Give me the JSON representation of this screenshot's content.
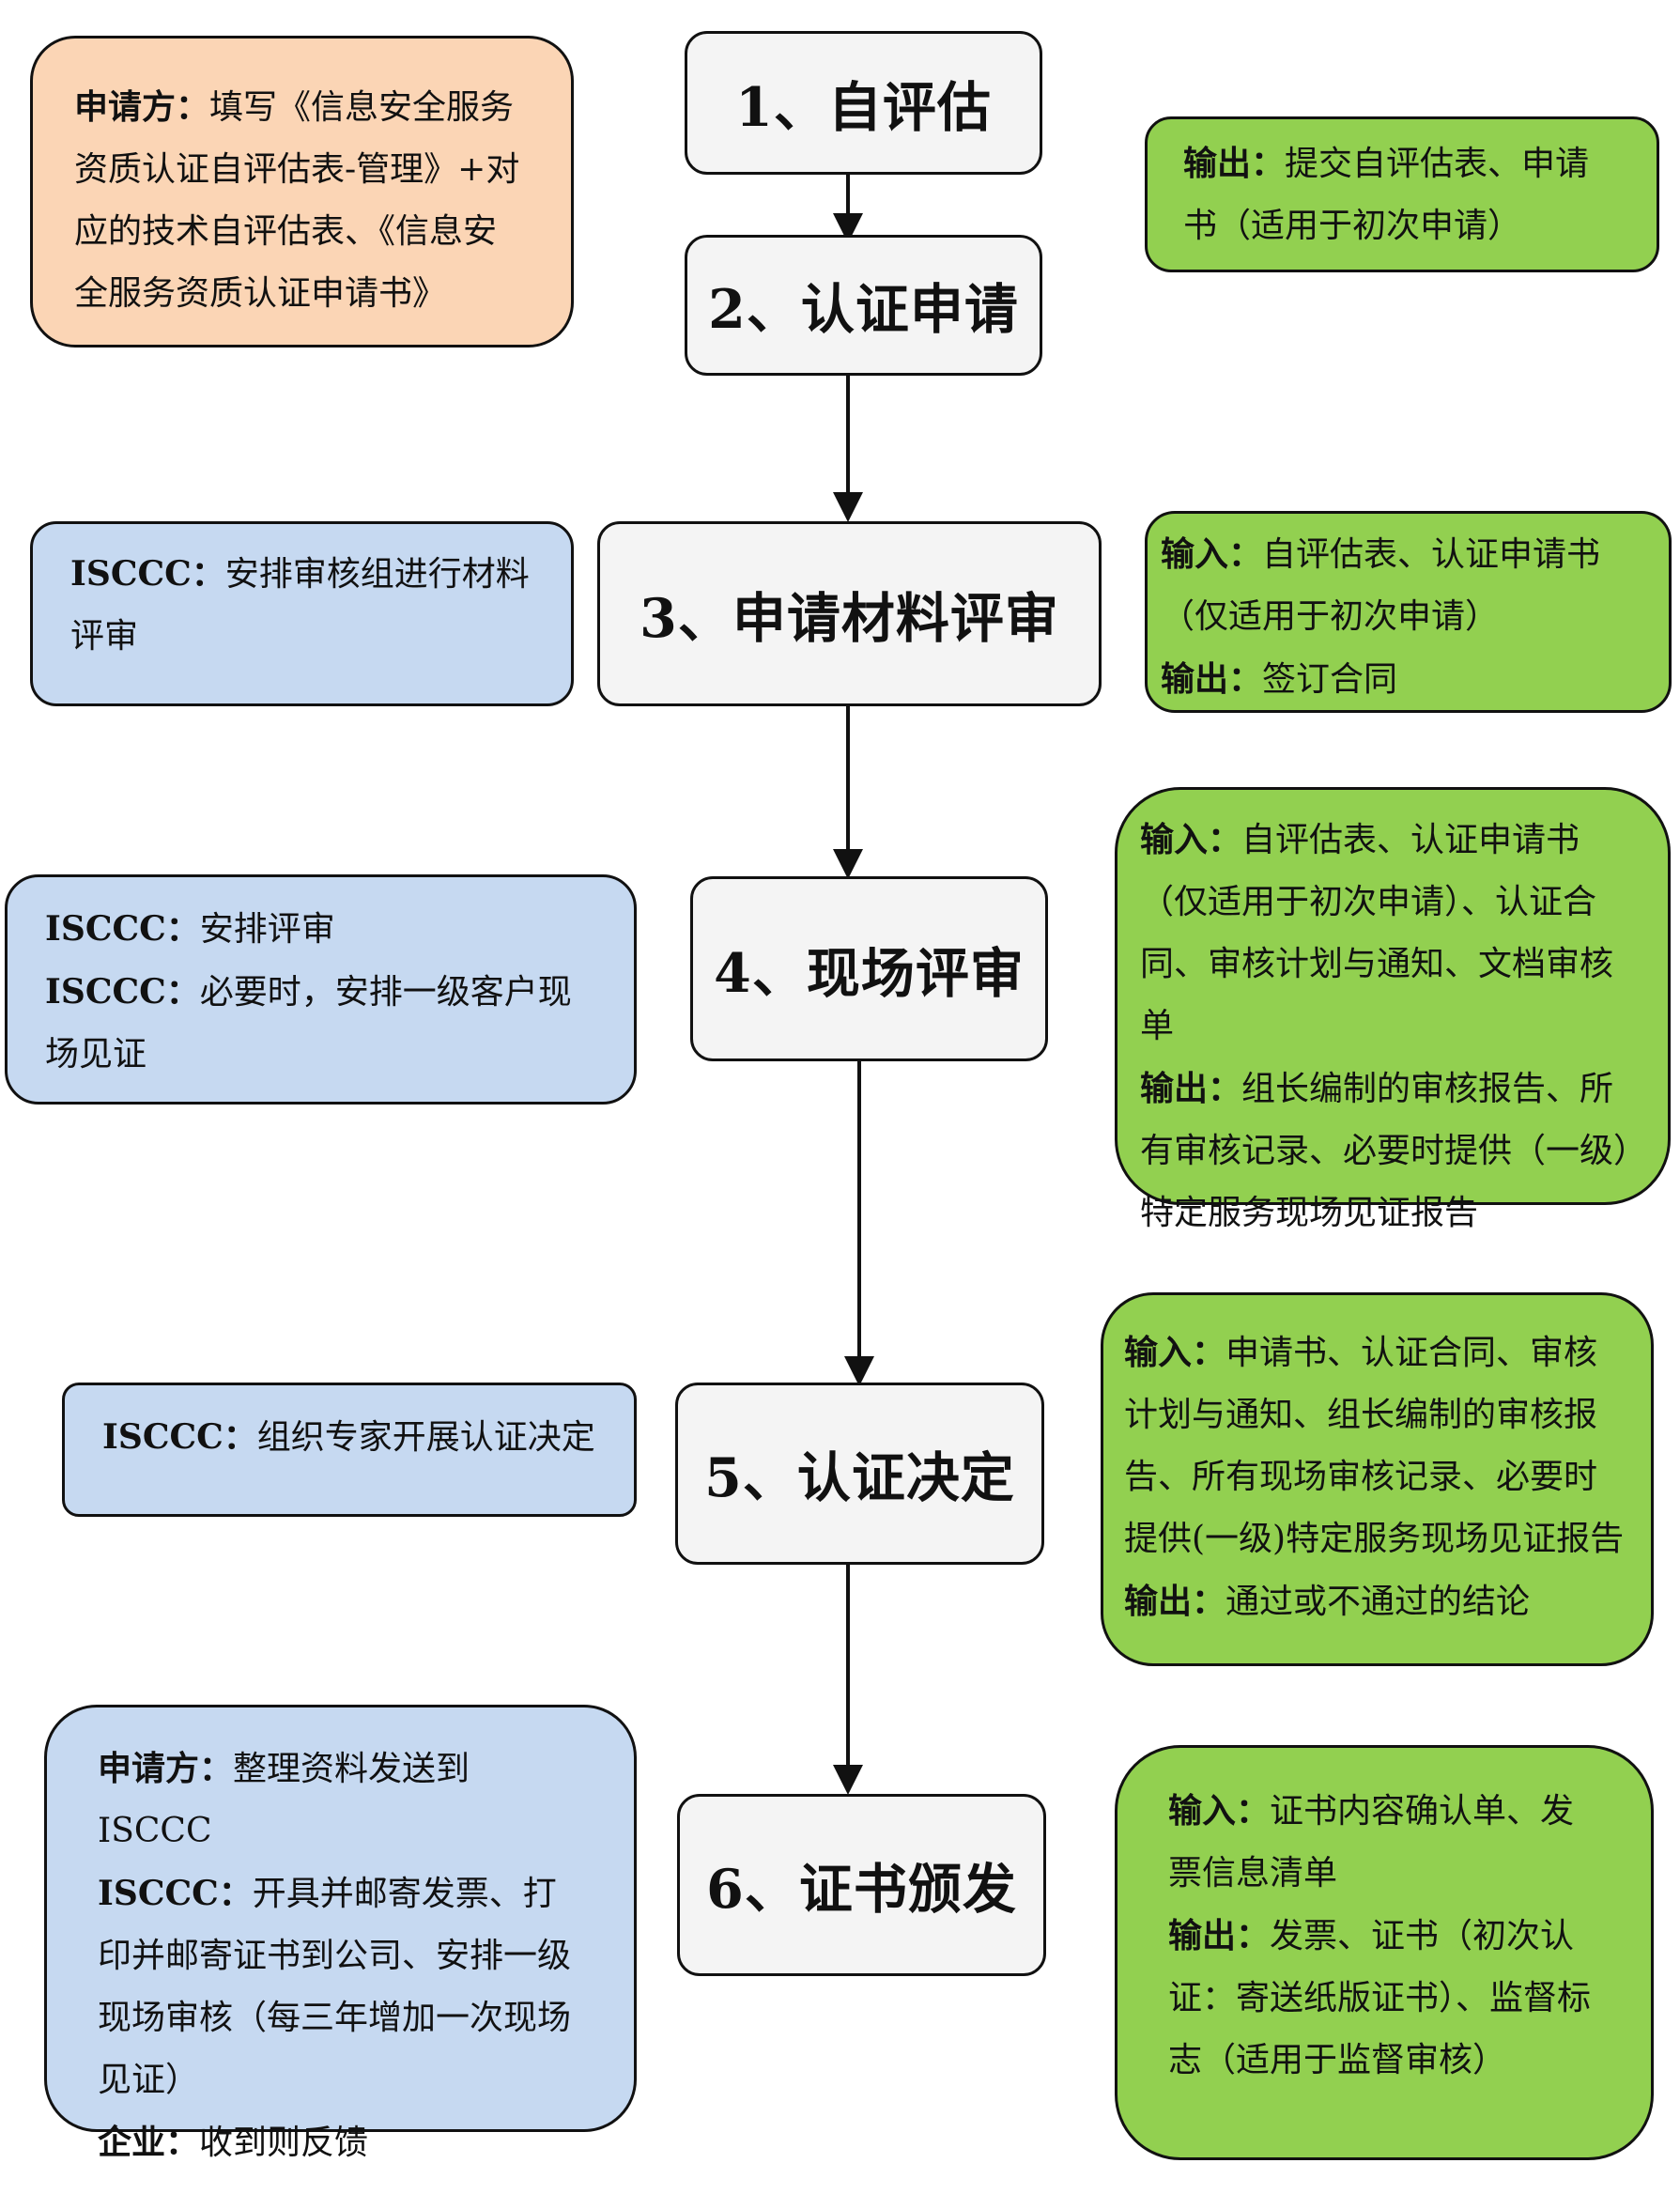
{
  "steps": {
    "s1": "1、自评估",
    "s2": "2、认证申请",
    "s3": "3、申请材料评审",
    "s4": "4、现场评审",
    "s5": "5、认证决定",
    "s6": "6、证书颁发"
  },
  "left": {
    "n1": {
      "label": "申请方：",
      "text": "填写《信息安全服务资质认证自评估表-管理》+对应的技术自评估表、《信息安全服务资质认证申请书》"
    },
    "n3": {
      "label": "ISCCC：",
      "text": "安排审核组进行材料评审"
    },
    "n4": [
      {
        "label": "ISCCC：",
        "text": "安排评审"
      },
      {
        "label": "ISCCC：",
        "text": "必要时，安排一级客户现场见证"
      }
    ],
    "n5": {
      "label": "ISCCC：",
      "text": "组织专家开展认证决定"
    },
    "n6": [
      {
        "label": "申请方：",
        "text": "整理资料发送到 ISCCC"
      },
      {
        "label": "ISCCC：",
        "text": "开具并邮寄发票、打印并邮寄证书到公司、安排一级现场审核（每三年增加一次现场见证）"
      },
      {
        "label": "企业：",
        "text": "收到则反馈"
      }
    ]
  },
  "right": {
    "n1": [
      {
        "label": "输出：",
        "text": "提交自评估表、申请书（适用于初次申请）"
      }
    ],
    "n3": [
      {
        "label": "输入：",
        "text": "自评估表、认证申请书（仅适用于初次申请）"
      },
      {
        "label": "输出：",
        "text": "签订合同"
      }
    ],
    "n4": [
      {
        "label": "输入：",
        "text": "自评估表、认证申请书（仅适用于初次申请）、认证合同、审核计划与通知、文档审核单"
      },
      {
        "label": "输出：",
        "text": "组长编制的审核报告、所有审核记录、必要时提供（一级）特定服务现场见证报告"
      }
    ],
    "n5": [
      {
        "label": "输入：",
        "text": "申请书、认证合同、审核计划与通知、组长编制的审核报告、所有现场审核记录、必要时提供(一级)特定服务现场见证报告"
      },
      {
        "label": "输出：",
        "text": "通过或不通过的结论"
      }
    ],
    "n6": [
      {
        "label": "输入：",
        "text": "证书内容确认单、发票信息清单"
      },
      {
        "label": "输出：",
        "text": "发票、证书（初次认证：寄送纸版证书）、监督标志（适用于监督审核）"
      }
    ]
  }
}
